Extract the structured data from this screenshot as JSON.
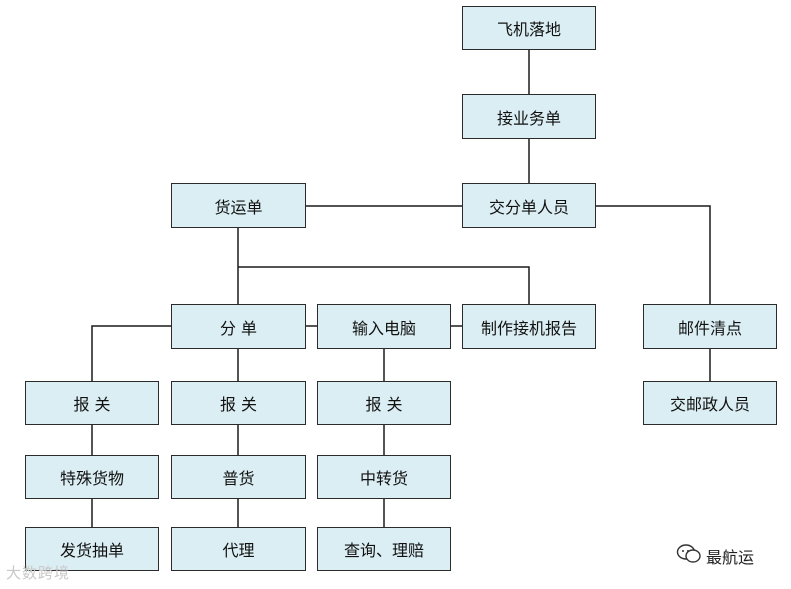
{
  "nodes": {
    "landing": "飞机落地",
    "receive": "接业务单",
    "handover": "交分单人员",
    "waybill": "货运单",
    "split": "分  单",
    "input": "输入电脑",
    "report": "制作接机报告",
    "mail_check": "邮件清点",
    "customs1": "报  关",
    "customs2": "报  关",
    "customs3": "报  关",
    "post_staff": "交邮政人员",
    "special": "特殊货物",
    "general": "普货",
    "transit": "中转货",
    "pick": "发货抽单",
    "agent": "代理",
    "query": "查询、理赔"
  },
  "watermark": {
    "right": "最航运",
    "left": "大数跨境"
  },
  "colors": {
    "node_fill": "#dbeef3",
    "border": "#2b2b2b"
  }
}
